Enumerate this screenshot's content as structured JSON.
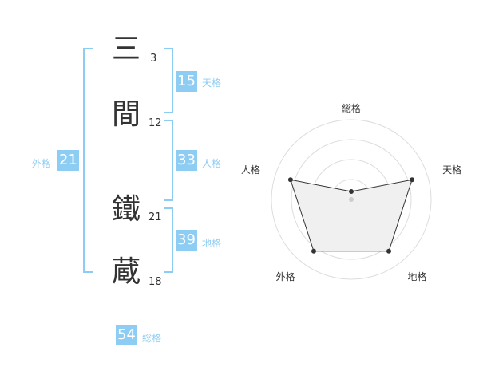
{
  "colors": {
    "accent": "#8ecdf3",
    "text": "#333333",
    "radar_fill": "#f0f0f0",
    "radar_line": "#333333",
    "ring": "#dddddd",
    "inner_point": "#cccccc"
  },
  "name": {
    "chars": [
      {
        "char": "三",
        "strokes": "3"
      },
      {
        "char": "間",
        "strokes": "12"
      },
      {
        "char": "鐵",
        "strokes": "21"
      },
      {
        "char": "蔵",
        "strokes": "18"
      }
    ]
  },
  "fortunes": {
    "tenkaku": {
      "value": "15",
      "label": "天格"
    },
    "jinkaku": {
      "value": "33",
      "label": "人格"
    },
    "chikaku": {
      "value": "39",
      "label": "地格"
    },
    "gaikaku": {
      "value": "21",
      "label": "外格"
    },
    "soukaku": {
      "value": "54",
      "label": "総格"
    }
  },
  "chart_data": {
    "type": "radar",
    "axes": [
      "総格",
      "天格",
      "地格",
      "外格",
      "人格"
    ],
    "values": [
      0.1,
      0.8,
      0.8,
      0.8,
      0.8
    ],
    "rings": 4,
    "max": 1
  }
}
